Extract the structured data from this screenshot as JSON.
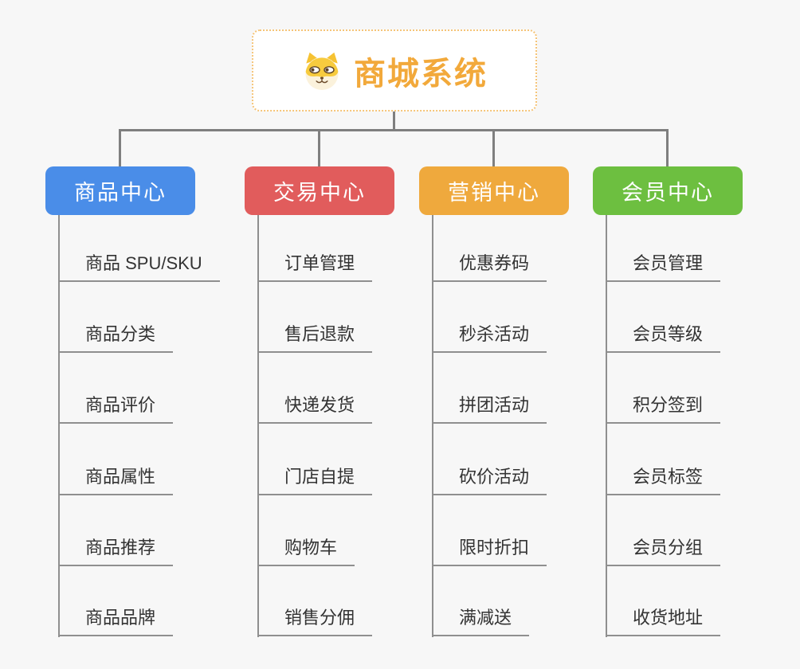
{
  "root": {
    "title": "商城系统",
    "icon": "shiba-dog-icon"
  },
  "branches": [
    {
      "label": "商品中心",
      "color": "#4a8de8",
      "items": [
        "商品 SPU/SKU",
        "商品分类",
        "商品评价",
        "商品属性",
        "商品推荐",
        "商品品牌"
      ]
    },
    {
      "label": "交易中心",
      "color": "#e15c5c",
      "items": [
        "订单管理",
        "售后退款",
        "快递发货",
        "门店自提",
        "购物车",
        "销售分佣"
      ]
    },
    {
      "label": "营销中心",
      "color": "#efa93d",
      "items": [
        "优惠券码",
        "秒杀活动",
        "拼团活动",
        "砍价活动",
        "限时折扣",
        "满减送"
      ]
    },
    {
      "label": "会员中心",
      "color": "#6dbf40",
      "items": [
        "会员管理",
        "会员等级",
        "积分签到",
        "会员标签",
        "会员分组",
        "收货地址"
      ]
    }
  ],
  "colors": {
    "background": "#f7f7f7",
    "root_title": "#f2a93b",
    "root_border": "#f5c478",
    "connector": "#7f7f7f",
    "leaf_line": "#8f8f8f",
    "leaf_text": "#333333"
  }
}
